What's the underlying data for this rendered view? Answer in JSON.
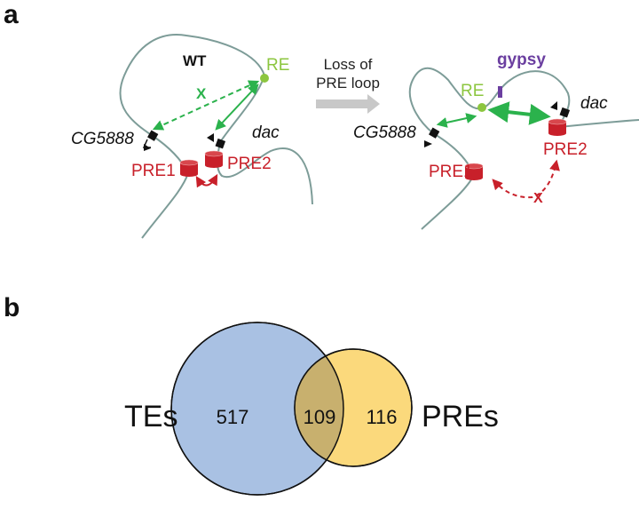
{
  "panel_a": {
    "label": "a",
    "wt": {
      "title": "WT",
      "re": "RE",
      "gene1": "CG5888",
      "gene2": "dac",
      "pre1": "PRE1",
      "pre2": "PRE2",
      "blocked_mark": "X"
    },
    "transition": {
      "line1": "Loss of",
      "line2": "PRE loop"
    },
    "mutant": {
      "insertion": "gypsy",
      "re": "RE",
      "gene1": "CG5888",
      "gene2": "dac",
      "pre1": "PRE1",
      "pre2": "PRE2",
      "blocked_mark": "X"
    }
  },
  "panel_b": {
    "label": "b",
    "venn": {
      "left_label": "TEs",
      "right_label": "PREs",
      "left_only": "517",
      "overlap": "109",
      "right_only": "116"
    }
  },
  "colors": {
    "green": "#2bb24c",
    "re_green": "#8cc63f",
    "red": "#c8202a",
    "purple": "#6b3fa0",
    "blue": "#a9c1e3",
    "yellow": "#fbd97c",
    "overlap": "#c8b06e"
  }
}
